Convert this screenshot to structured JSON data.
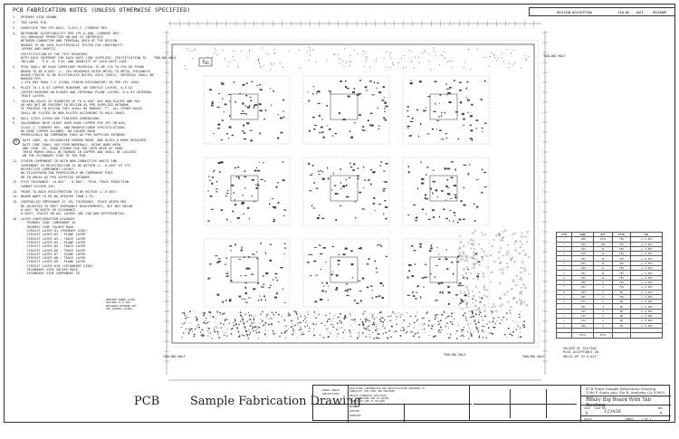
{
  "notes_title": "PCB FABRICATION NOTES (UNLESS OTHERWISE SPECIFIED)",
  "notes": [
    {
      "num": "1.",
      "text": "PRIMARY SIDE SHOWN."
    },
    {
      "num": "2.",
      "text": "TEN LAYER PCB."
    },
    {
      "num": "3.",
      "text": "FABRICATE PER IPC-6012, CLASS 2, CURRENT REV."
    },
    {
      "num": "4.",
      "text": "DETERMINE ACCEPTABILITY PER IPC-A-600, CURRENT REV.\nIS% BREAKOUT PERMITTED ON ONE IS INTERFACE\nBETWEEN CONDUCTOR AND TERMINAL AREA OF THE DESIGN.\nBOARDS TO BE 100% ELECTRICALLY TESTED FOR CONTINUITY\n(OPENS AND SHORTS)."
    },
    {
      "num": "",
      "text": "CERTIFICATION OF THE TEST REQUIRED\nWITH EACH SHIPMENT FOR EACH DATE CODE SUPPLIED. CERTIFICATION TO\nINCLUDE    P.O. #, P/N, AND QUANTITY OF EACH DATE CODE."
    },
    {
      "num": "5.",
      "text": "PCBs SHALL BE RoHS COMPLIANT MATERIAL TO BE 170 Tg FR4 OR FR406\nBOARD TO BE 0.062\" +/- 10% MEASURED OUTER METAL-TO-METAL THICKNESS\nBOARD FINISH TO BE ELECTROLESS NICKEL GOLD (ENIG). MATERIAL SHALL BE MARKED PER\nJ-STD-609 PARA 7.2 (FINAL FINISH DESIGNATOR) OR PER IPC-1066."
    },
    {
      "num": "6.",
      "text": "PLATE TO 1.0 OZ COPPER MINIMUM, ON SURFACE LAYERS, 0.5 OZ\nCOPPER MINIMUM ON PLANES AND INTERNAL PLANE LAYERS, 0.5 OZ INTERNAL\nTRACE LAYERS."
    },
    {
      "num": "7.",
      "text": "TOOLING HOLES OF DIAMETER UP TO 0.050\" ARE NON-PLATED AND MAY\nOR MAY NOT BE PRESENT IN DESIGN AS PER SUPPLIED ARTWORK.\nIF PRESENT IN DESIGN THEY SHALL BE MARKED \"T\", ALL OTHER HOLES\nSHALL BE PLATED OR NON-PLATED ACCORDING TO HOLE CHART."
    },
    {
      "num": "8.",
      "text": "HOLE SIZES GIVEN ARE FINISHED DIMENSIONS."
    },
    {
      "num": "9.",
      "text": "SOLDERMASK BOTH SIDES OVER BARE COPPER PER IPC-SM-840,\nCLASS 2, CURRENT REV. AND MANUFACTURER SPECIFICATIONS.\nNO BARE COPPER ALLOWED. NO SOLDER MASK\nPERMISSIBLE ON COMPONENT PADS AS PER SUPPLIED ARTWORK."
    },
    {
      "num": "10.",
      "text": "DATE CODE, UL RECOGNIZED VENDOR MARK, AND UL94V-0 MARK REQUIRED.\nDATE CODE SHALL USE FOUR NUMERALS, USING WORK WEEK\nAND YEAR. EG. 2006 STANDS FOR THE 20TH WEEK OF 2006.\nTHESE MARKS SHALL BE MARKED IN COPPER AND SHALL BE LOCATED\nON THE SECONDARY SIDE OF THE PCB.",
      "circled": true
    },
    {
      "num": "11.",
      "text": "SCREEN COMPONENT ID WITH NON-CONDUCTIVE WHITE INK.\nCOMPONENT ID REGISTRATION TO BE WITHIN +/- 0.005\" OF ITS\nRESPECTIVE COMPONENT LAYOUT.\nNO SILKSCREEN INK PERMISSIBLE ON COMPONENT PADS\nOR IN AREAS AS PER SUPPLIED ARTWORK."
    },
    {
      "num": "12.",
      "text": "ETCH TOLERANCE: +0.001\" - 0.002\". TOTAL TRACE REDUCTION\nCANNOT EXCEED 20%."
    },
    {
      "num": "13.",
      "text": "FRONT-TO-BACK REGISTRATION TO BE WITHIN +/-0.003\"."
    },
    {
      "num": "14.",
      "text": "BOARD WARP TO BE NO GREATER THAN 1.5%."
    },
    {
      "num": "15.",
      "text": "CONTROLLED IMPEDANCE AT 10% TOLERANCE. TRACE WIDTH MAY\nBE ADJUSTED TO MEET IMPEDANCE REQUIREMENTS, BUT NOT BELOW\n0.004\" IN WIDTH OR CLEARANCE.\n0.0031\" TRACES ON ALL LAYERS ARE 100 OHM DIFFERENTIAL."
    },
    {
      "num": "16.",
      "text": "LAYER CONFIGURATION DIAGRAM:\n   PRIMARY SIDE COMPONENT ID\n   PRIMARY SIDE SOLDER MASK\n   CIRCUIT LAYER #1 (PRIMARY SIDE)\n   CIRCUIT LAYER #2 - PLANE LAYER\n   CIRCUIT LAYER #3 - TRACE LAYER\n   CIRCUIT LAYER #4 - PLANE LAYER\n   CIRCUIT LAYER #5 - TRACE LAYER\n   CIRCUIT LAYER #6 - TRACE LAYER\n   CIRCUIT LAYER #7 - PLANE LAYER\n   CIRCUIT LAYER #8 - TRACE LAYER\n   CIRCUIT LAYER #9 - PLANE LAYER\n   CIRCUIT LAYER #10 (SECONDARY SIDE)\n   SECONDARY SIDE SOLDER MASK\n   SECONDARY SIDE COMPONENT ID"
    }
  ],
  "dielectric_note": "MINIMUM INNER LAYER\nSPACING IS 0.003\"\nMEASURED BETWEEN ANY\nTWO COPPER LAYERS.",
  "revision_header": [
    "REVISION DESCRIPTION",
    "ECN NO.",
    "DATE",
    "REVIEWER"
  ],
  "tooling_labels": [
    "TOOLING HOLE",
    "TOOLING HOLE",
    "TOOLING HOLE",
    "TOOLING HOLE",
    "TOOLING HOLE"
  ],
  "drill_header": [
    "SYM",
    "SIZE",
    "QTY",
    "PLTD",
    "TOL"
  ],
  "drill_rows": [
    [
      "•",
      ".008",
      "2131",
      "YES",
      "+/-0.003"
    ],
    [
      "+",
      ".010",
      "184",
      "YES",
      "+/-0.003"
    ],
    [
      "○",
      ".013",
      "62",
      "YES",
      "+/-0.003"
    ],
    [
      "□",
      ".018",
      "22",
      "YES",
      "+/-0.003"
    ],
    [
      "◇",
      ".020",
      "36",
      "YES",
      "+/-0.003"
    ],
    [
      "x",
      ".024",
      "16",
      "YES",
      "+/-0.003"
    ],
    [
      "△",
      ".028",
      "8",
      "YES",
      "+/-0.003"
    ],
    [
      "†",
      ".032",
      "24",
      "YES",
      "+/-0.003"
    ],
    [
      "⊕",
      ".035",
      "12",
      "YES",
      "+/-0.003"
    ],
    [
      "▽",
      ".040",
      "6",
      "YES",
      "+/-0.003"
    ],
    [
      "*",
      ".043",
      "4",
      "YES",
      "+/-0.003"
    ],
    [
      "#",
      ".050",
      "4",
      "NO",
      "+/-0.002"
    ],
    [
      "◊",
      ".062",
      "2",
      "YES",
      "+/-0.003"
    ],
    [
      "⊙",
      ".073",
      "2",
      "NO",
      "+/-0.002"
    ],
    [
      "↗",
      ".093",
      "4",
      "NO",
      "+/-0.002"
    ],
    [
      "•",
      ".125",
      "4",
      "NO",
      "+/-0.002"
    ],
    [
      "+",
      ".135",
      "2",
      "NO",
      "+/-0.002"
    ],
    [
      "○",
      ".156",
      "2",
      "NO",
      "+/-0.002"
    ],
    [
      "□",
      ".180",
      "2",
      "NO",
      "+/-0.002"
    ],
    [
      "",
      "",
      "",
      "",
      ""
    ],
    [
      "",
      "TOTAL",
      "2531",
      "",
      ""
    ]
  ],
  "solder_note": "SOLDER OF PLATING\nPLUG ACCEPTABLE IN\nHOLES UP TO 0.021\"",
  "bottom_labels": {
    "pcb": "PCB",
    "sample": "Sample Fabrication Drawing"
  },
  "title_block": {
    "company_line1": "PCB Prints Sample Fabrication Drawing",
    "company_line2": "1286 E Santa Ana, Ste B, Anaheim CA 92805 USA",
    "title": "Really Big Board With Tab Routing",
    "part_no_label": "PART NO.",
    "part_no": "123456",
    "size_label": "SIZE",
    "size": "D",
    "scale_label": "SCALE",
    "sheet_label": "SHEET",
    "sheet": "1 OF 1",
    "rev_label": "REV",
    "rev": "A"
  },
  "mid_block": {
    "projection": "THIRD ANGLE\nPROJECTION",
    "note1": "ADDITIONAL INFORMATION AND SPECIFICATIONS REQUIRED TO\nFABRICATE THIS PART ARE PROVIDED",
    "note2": "UNLESS OTHERWISE SPECIFIED:\nALL DIMENSIONS ARE IN INCHES\nTOLERANCES ARE AS FOLLOWS",
    "drawn": "DRAWN",
    "checked": "CHECKED",
    "approved": "APPROVED"
  },
  "board_label": "TAB"
}
